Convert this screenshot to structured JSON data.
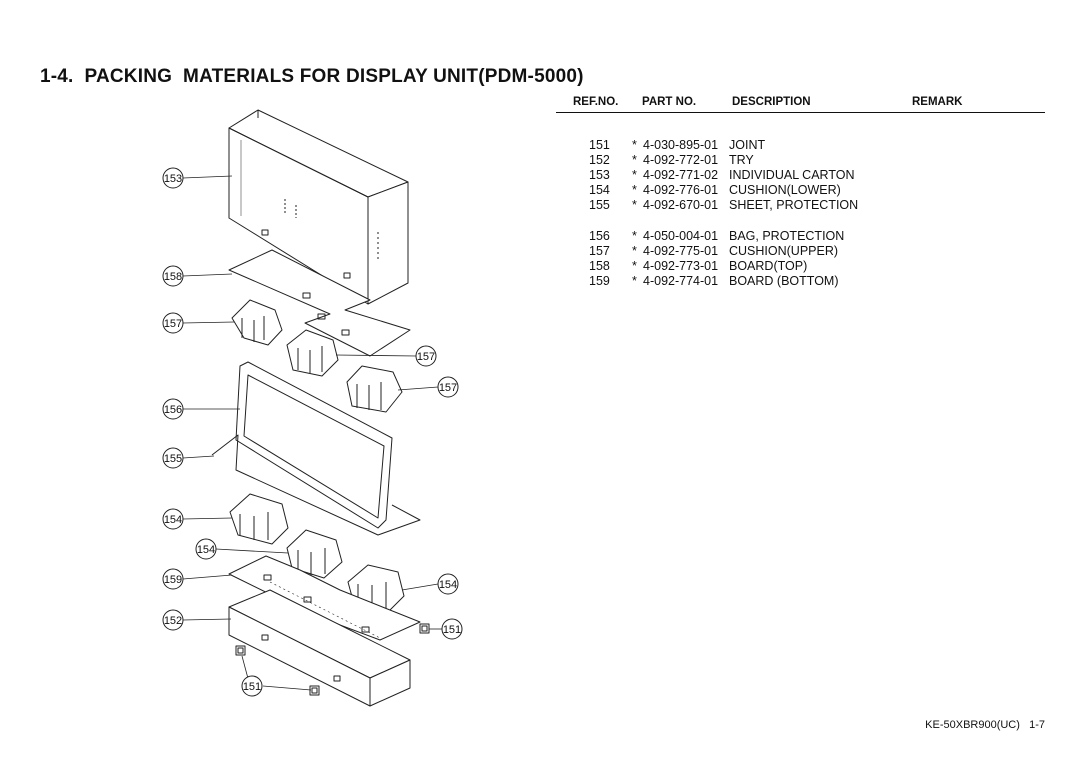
{
  "title": "1-4.  PACKING  MATERIALS FOR DISPLAY UNIT(PDM-5000)",
  "table": {
    "headers": {
      "ref": "REF.NO.",
      "part": "PART NO.",
      "desc": "DESCRIPTION",
      "remark": "REMARK"
    },
    "rows": [
      {
        "ref": "151",
        "mark": "*",
        "part": "4-030-895-01",
        "desc": "JOINT"
      },
      {
        "ref": "152",
        "mark": "*",
        "part": "4-092-772-01",
        "desc": "TRY"
      },
      {
        "ref": "153",
        "mark": "*",
        "part": "4-092-771-02",
        "desc": "INDIVIDUAL CARTON"
      },
      {
        "ref": "154",
        "mark": "*",
        "part": "4-092-776-01",
        "desc": "CUSHION(LOWER)"
      },
      {
        "ref": "155",
        "mark": "*",
        "part": "4-092-670-01",
        "desc": "SHEET, PROTECTION"
      },
      {
        "ref": "156",
        "mark": "*",
        "part": "4-050-004-01",
        "desc": "BAG, PROTECTION"
      },
      {
        "ref": "157",
        "mark": "*",
        "part": "4-092-775-01",
        "desc": "CUSHION(UPPER)"
      },
      {
        "ref": "158",
        "mark": "*",
        "part": "4-092-773-01",
        "desc": "BOARD(TOP)"
      },
      {
        "ref": "159",
        "mark": "*",
        "part": "4-092-774-01",
        "desc": "BOARD (BOTTOM)"
      }
    ]
  },
  "diagram": {
    "callouts": [
      "153",
      "158",
      "157",
      "157",
      "157",
      "156",
      "155",
      "154",
      "154",
      "159",
      "154",
      "152",
      "151",
      "151"
    ]
  },
  "footer": {
    "model": "KE-50XBR900(UC)",
    "page": "1-7"
  }
}
